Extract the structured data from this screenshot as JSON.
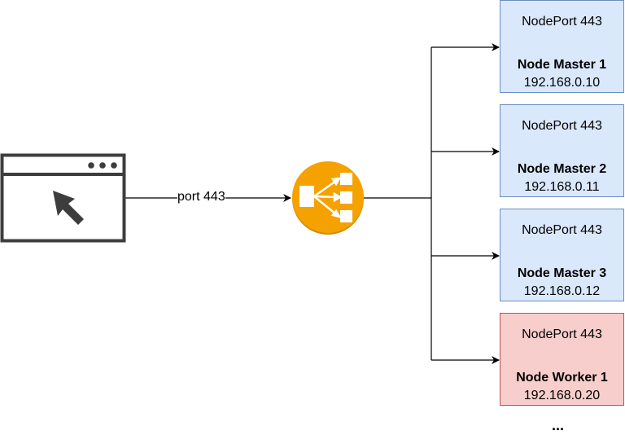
{
  "diagram": {
    "client": {
      "label": "",
      "icon": "browser-window-cursor-icon"
    },
    "client_edge": {
      "label": "port 443"
    },
    "load_balancer": {
      "icon": "load-balancer-icon",
      "color": "#F5A200"
    },
    "nodes": [
      {
        "port": "NodePort 443",
        "name": "Node Master 1",
        "ip": "192.168.0.10",
        "role": "master",
        "fill": "#dae8fc",
        "stroke": "#6c8ebf"
      },
      {
        "port": "NodePort 443",
        "name": "Node Master 2",
        "ip": "192.168.0.11",
        "role": "master",
        "fill": "#dae8fc",
        "stroke": "#6c8ebf"
      },
      {
        "port": "NodePort 443",
        "name": "Node Master 3",
        "ip": "192.168.0.12",
        "role": "master",
        "fill": "#dae8fc",
        "stroke": "#6c8ebf"
      },
      {
        "port": "NodePort 443",
        "name": "Node Worker 1",
        "ip": "192.168.0.20",
        "role": "worker",
        "fill": "#f8cecc",
        "stroke": "#b85450"
      }
    ],
    "ellipsis": "..."
  }
}
